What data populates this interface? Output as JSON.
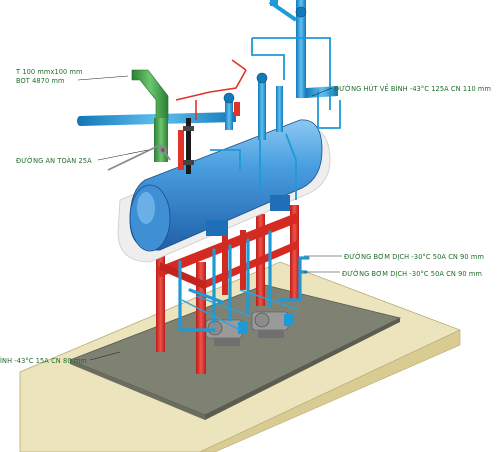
{
  "labels": {
    "header_pipe_size": "T 100 mmx100 mm",
    "header_pipe_bot": "BOT 4870 mm",
    "safety_line": "ĐƯỜNG AN TOÀN 25A",
    "suction_return": "ĐƯỜNG HÚT VỀ BÌNH -43°C 125A CN 110 mm",
    "pump_line_1": "ĐƯỜNG BƠM DỊCH -30°C 50A CN 90 mm",
    "pump_line_2": "ĐƯỜNG BƠM DỊCH -30°C 50A CN 90 mm",
    "bottom_left_line": "ÌNH -43°C 15A CN 80 mm"
  },
  "colors": {
    "vessel_blue": "#3a8fd8",
    "pipe_cyan": "#1e9ad6",
    "frame_red": "#e2332a",
    "pipe_green": "#3fa14a",
    "base_concrete": "#e9e1b7",
    "base_slab": "#8a8a7a",
    "label_green": "#1f6b2a"
  }
}
